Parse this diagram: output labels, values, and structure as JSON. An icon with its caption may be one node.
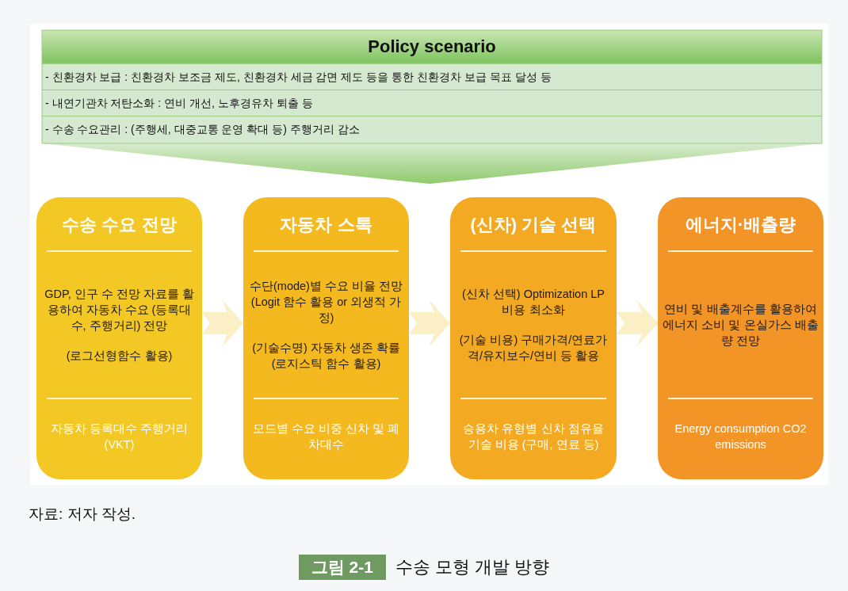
{
  "diagram": {
    "caption": "수송 모형 개발 방향",
    "nodes": [
      {
        "text": [
          "Policy scenario"
        ]
      },
      {
        "text": [
          "- 친환경차 보급 : 친환경차 보조금 제도, 친환경차 세금 감면 제도 등을 통한 친환경차 보급 목표 달성 등"
        ],
        "in": 0
      },
      {
        "text": [
          "- 내연기관차 저탄소화 : 연비 개선, 노후경유차 퇴출 등"
        ],
        "in": 0
      },
      {
        "text": [
          "- 수송 수요관리 : (주행세, 대중교통 운영 확대 등) 주행거리 감소"
        ],
        "in": 0
      },
      {
        "text": [
          "수송 수요 전망",
          "GDP, 인구 수 전망 자료를 활용하여 자동차 수요 (등록대수, 주행거리) 전망",
          "(로그선형함수 활용)",
          "자동차 등록대수 주행거리(VKT)"
        ]
      },
      {
        "text": [
          "자동차 스톡",
          "수단(mode)별 수요 비율 전망 (Logit 함수 활용 or 외생적 가정)",
          "(기술수명) 자동차 생존 확률 (로지스틱 함수 활용)",
          "모드별 수요 비중 신차 및 폐차대수"
        ]
      },
      {
        "text": [
          "(신차) 기술 선택",
          "(신차 선택) Optimization LP 비용 최소화",
          "(기술 비용) 구매가격/연료가격/유지보수/연비 등 활용",
          "승용차 유형별 신차 점유율 기술 비용 (구매, 연료 등)"
        ]
      },
      {
        "text": [
          "에너지·배출량",
          "연비 및 배출계수를 활용하여 에너지 소비 및 온실가스 배출량 전망",
          "Energy consumption CO2 emissions"
        ]
      }
    ],
    "edges": [
      {
        "from": 4,
        "to": 5,
        "arrow": "to"
      },
      {
        "from": 5,
        "to": 6,
        "arrow": "to"
      },
      {
        "from": 6,
        "to": 7,
        "arrow": "to"
      }
    ],
    "labels": [
      "자료: 저자 작성.",
      "그림 2-1"
    ]
  }
}
